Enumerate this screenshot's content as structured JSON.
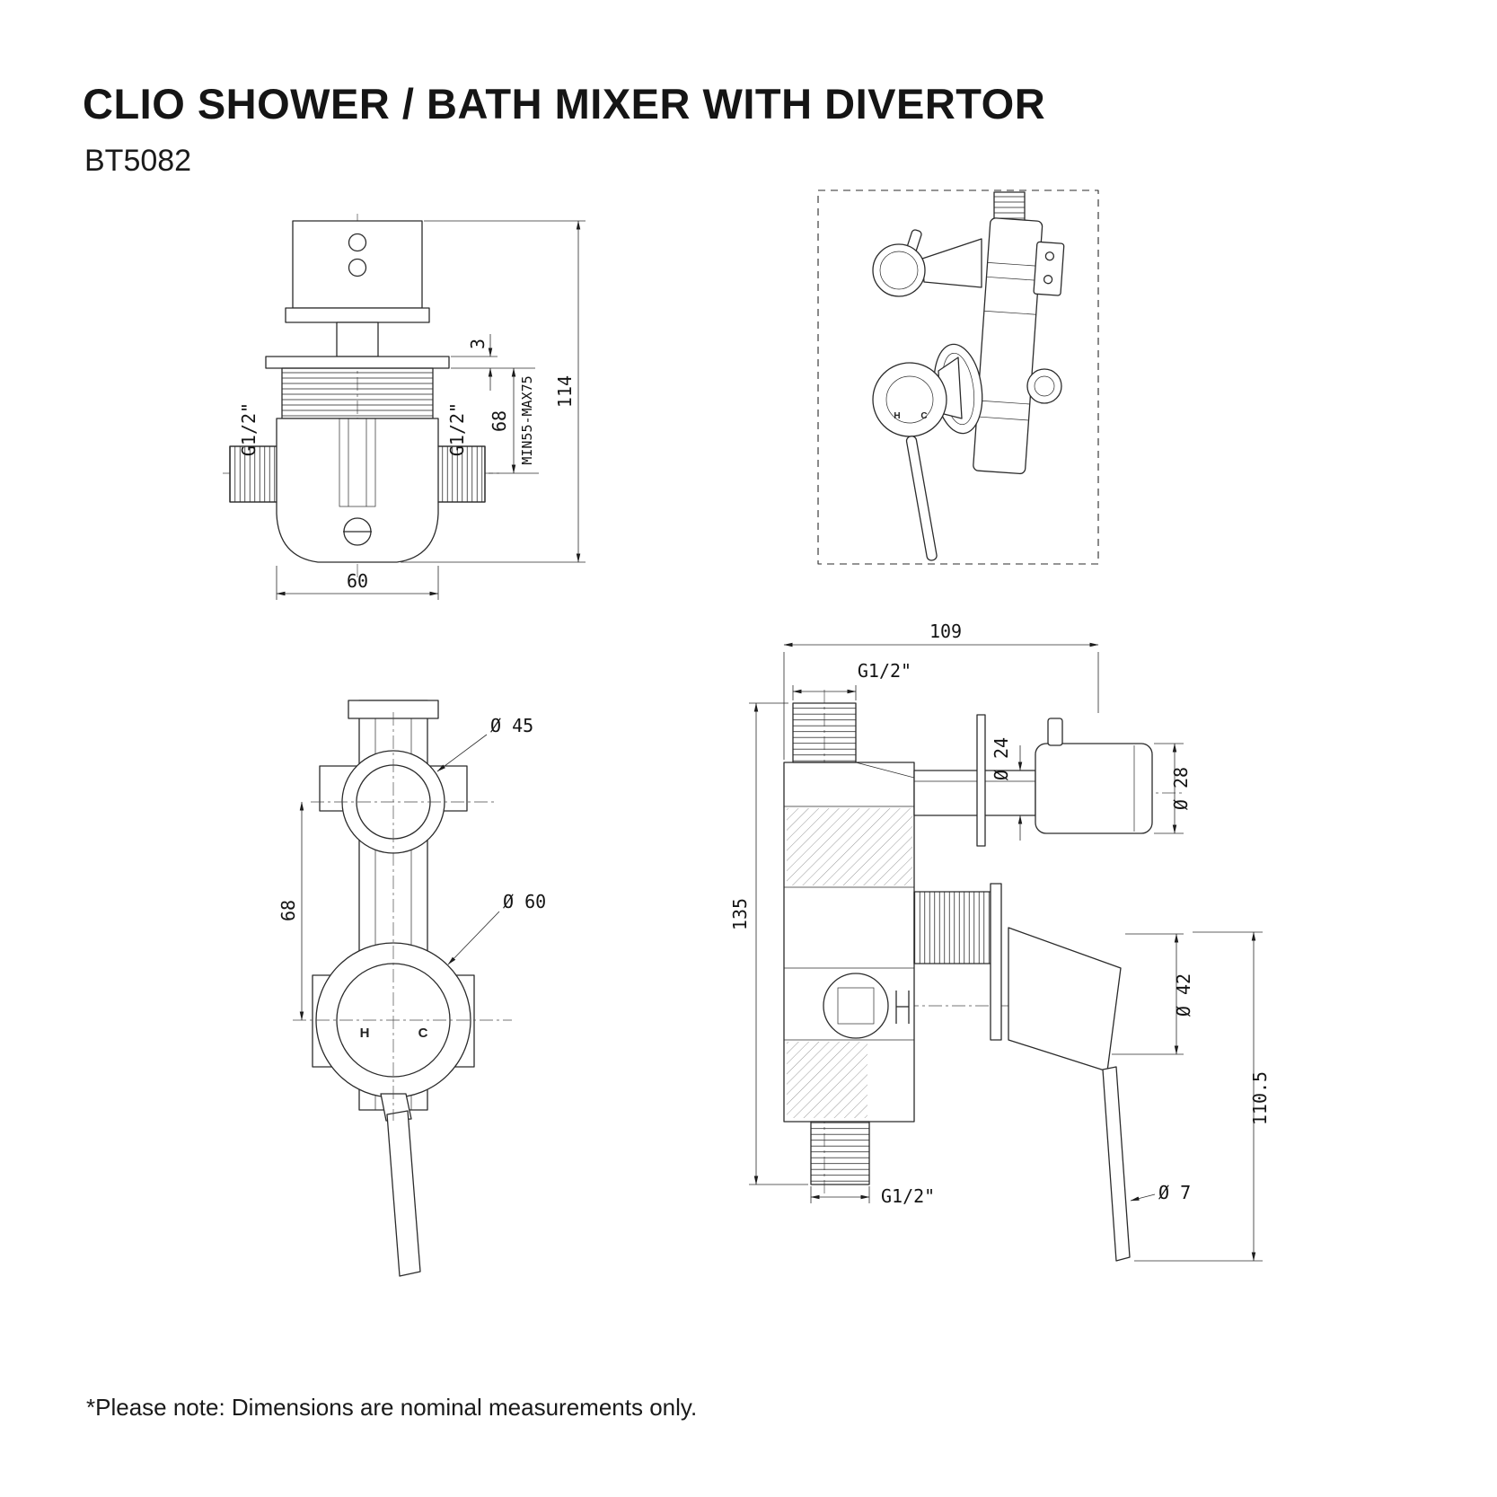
{
  "page": {
    "title": "CLIO SHOWER / BATH MIXER WITH DIVERTOR",
    "model": "BT5082",
    "note": "*Please note: Dimensions are nominal measurements only."
  },
  "front_section": {
    "dim_3": "3",
    "dim_68": "68",
    "dim_minmax": "MIN55-MAX75",
    "dim_114": "114",
    "thread_left": "G1/2\"",
    "thread_right": "G1/2\"",
    "dim_60": "60"
  },
  "perspective": {
    "hot": "H",
    "cold": "C"
  },
  "front_view": {
    "dia_45": "Ø 45",
    "dia_60": "Ø 60",
    "dim_68": "68",
    "hot": "H",
    "cold": "C"
  },
  "side_view": {
    "dim_109": "109",
    "thread_top": "G1/2\"",
    "dia_24": "Ø 24",
    "dia_28": "Ø 28",
    "dim_135": "135",
    "dia_42": "Ø 42",
    "dim_110_5": "110.5",
    "thread_bottom": "G1/2\"",
    "dia_7": "Ø 7"
  }
}
